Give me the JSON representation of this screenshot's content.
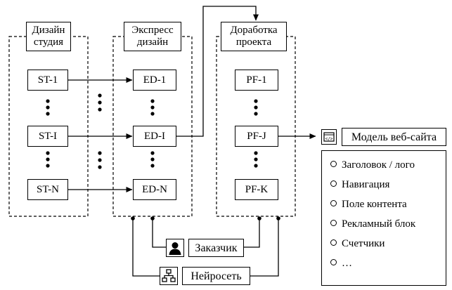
{
  "columns": [
    {
      "title_line1": "Дизайн",
      "title_line2": "студия",
      "items": [
        "ST-1",
        "ST-I",
        "ST-N"
      ]
    },
    {
      "title_line1": "Экспресс",
      "title_line2": "дизайн",
      "items": [
        "ED-1",
        "ED-I",
        "ED-N"
      ]
    },
    {
      "title_line1": "Доработка",
      "title_line2": "проекта",
      "items": [
        "PF-1",
        "PF-J",
        "PF-K"
      ]
    }
  ],
  "model": {
    "title": "Модель веб-сайта",
    "title_icon": "code-window-icon",
    "items": [
      "Заголовок / лого",
      "Навигация",
      "Поле контента",
      "Рекламный блок",
      "Счетчики",
      "…"
    ]
  },
  "actors": {
    "customer": {
      "label": "Заказчик",
      "icon": "person-icon"
    },
    "neural_net": {
      "label": "Нейросеть",
      "icon": "network-icon"
    }
  }
}
